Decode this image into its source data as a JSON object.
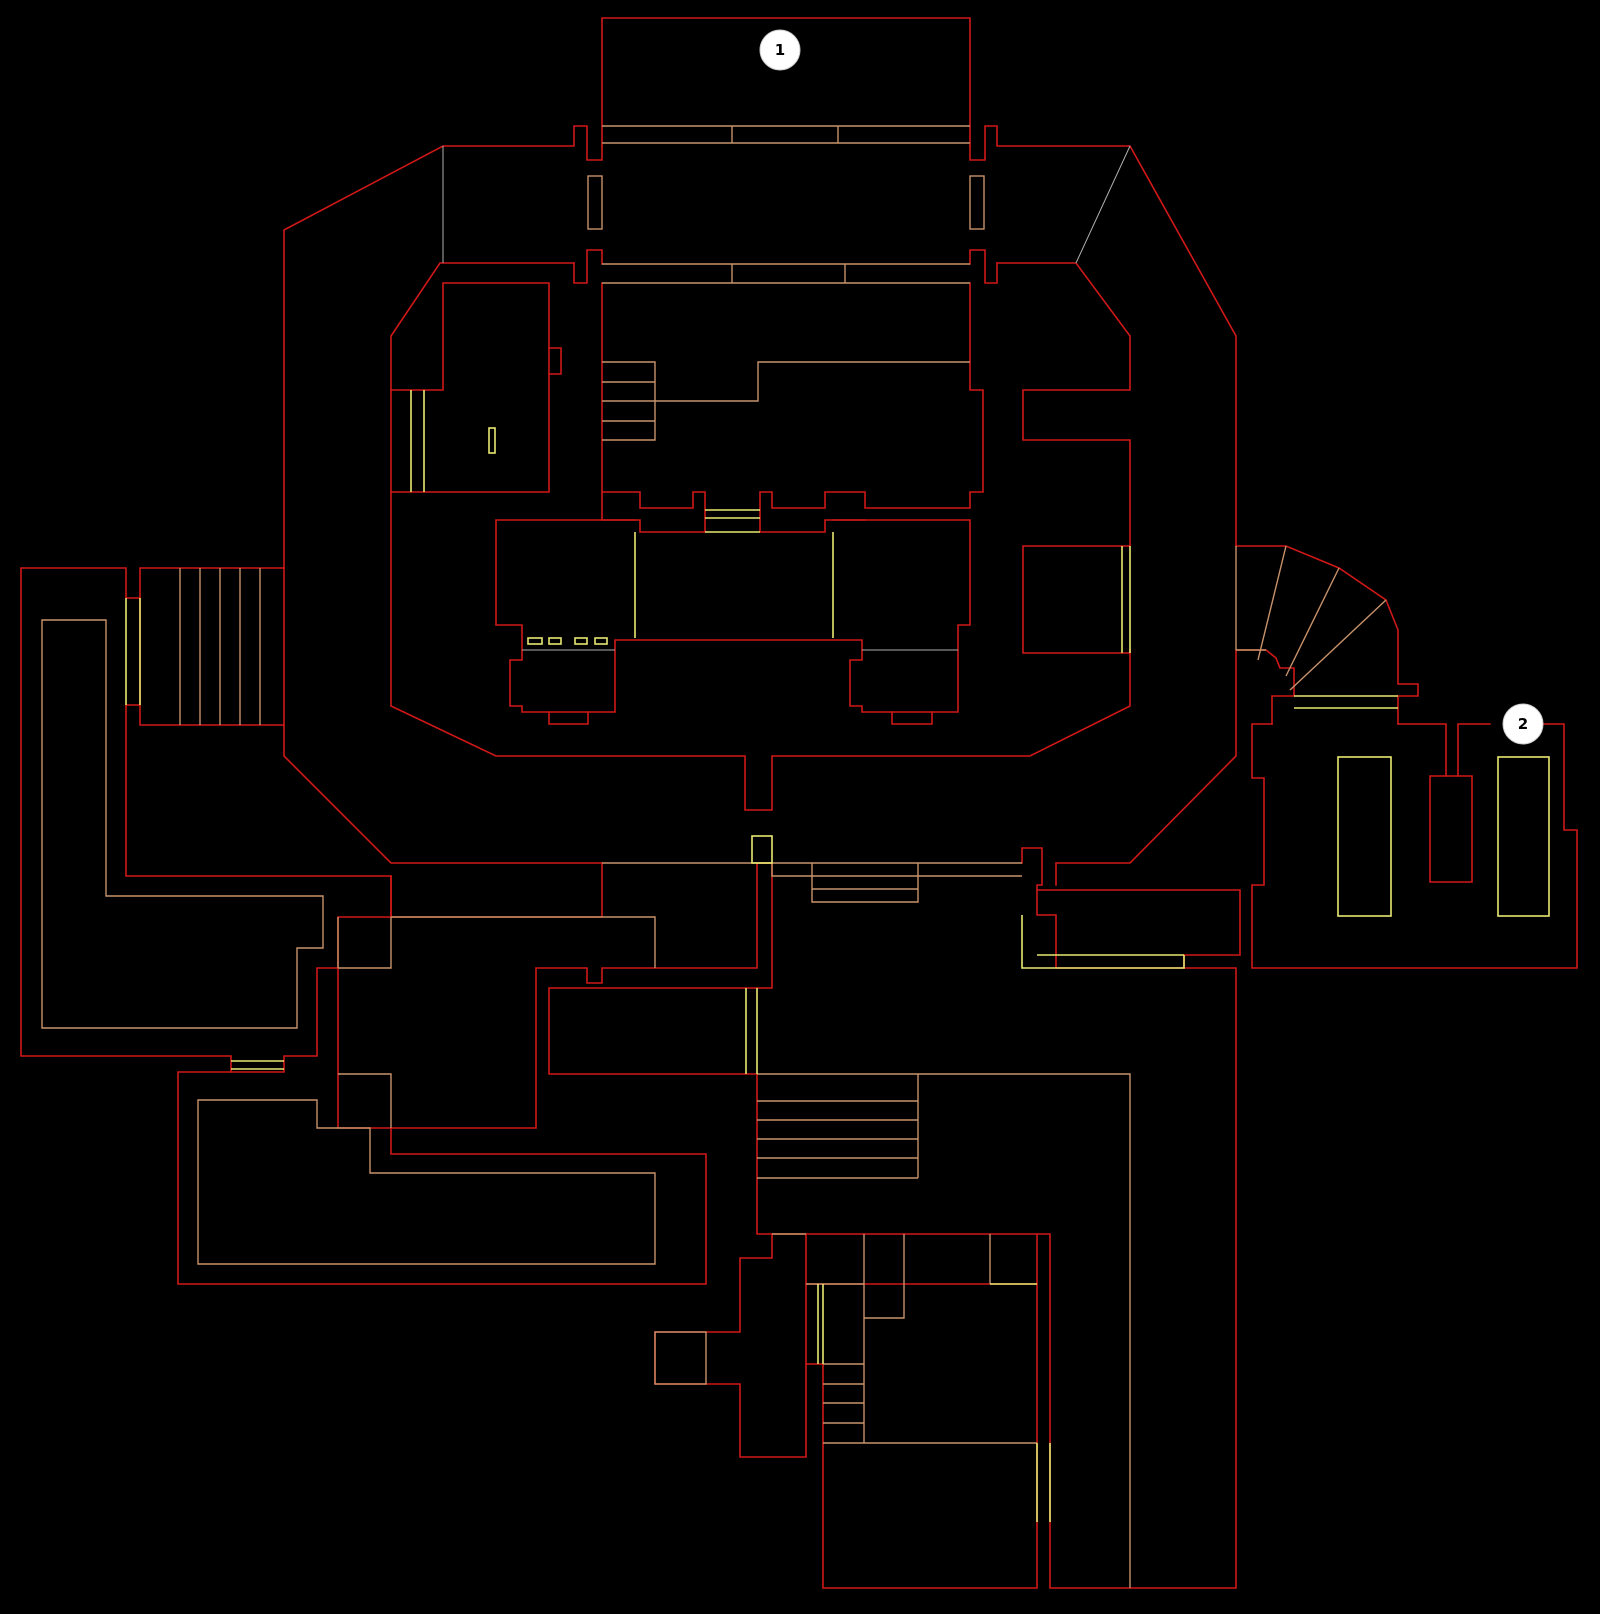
{
  "map": {
    "colors": {
      "background": "#000000",
      "wall": "#d01818",
      "floor_step": "#c8926a",
      "trigger": "#e8e870",
      "hidden_line": "#b0b0b0",
      "marker_fill": "#ffffff",
      "marker_text": "#000000"
    },
    "markers": [
      {
        "id": "marker-1",
        "label": "1"
      },
      {
        "id": "marker-2",
        "label": "2"
      }
    ]
  }
}
